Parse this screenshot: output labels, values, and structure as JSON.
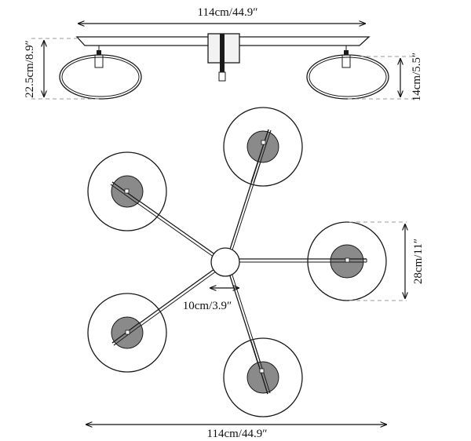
{
  "dimensions": {
    "top_width": "114cm/44.9″",
    "total_height": "22.5cm/8.9″",
    "shade_height": "14cm/5.5″",
    "shade_diameter": "28cm/11″",
    "hub_diameter": "10cm/3.9″",
    "bottom_width": "114cm/44.9″"
  },
  "colors": {
    "line": "#1a1a1a",
    "bulb_fill": "#8a8a8a",
    "dashed_guide": "#9a9a9a",
    "canopy_fill": "#f2f2f2"
  }
}
